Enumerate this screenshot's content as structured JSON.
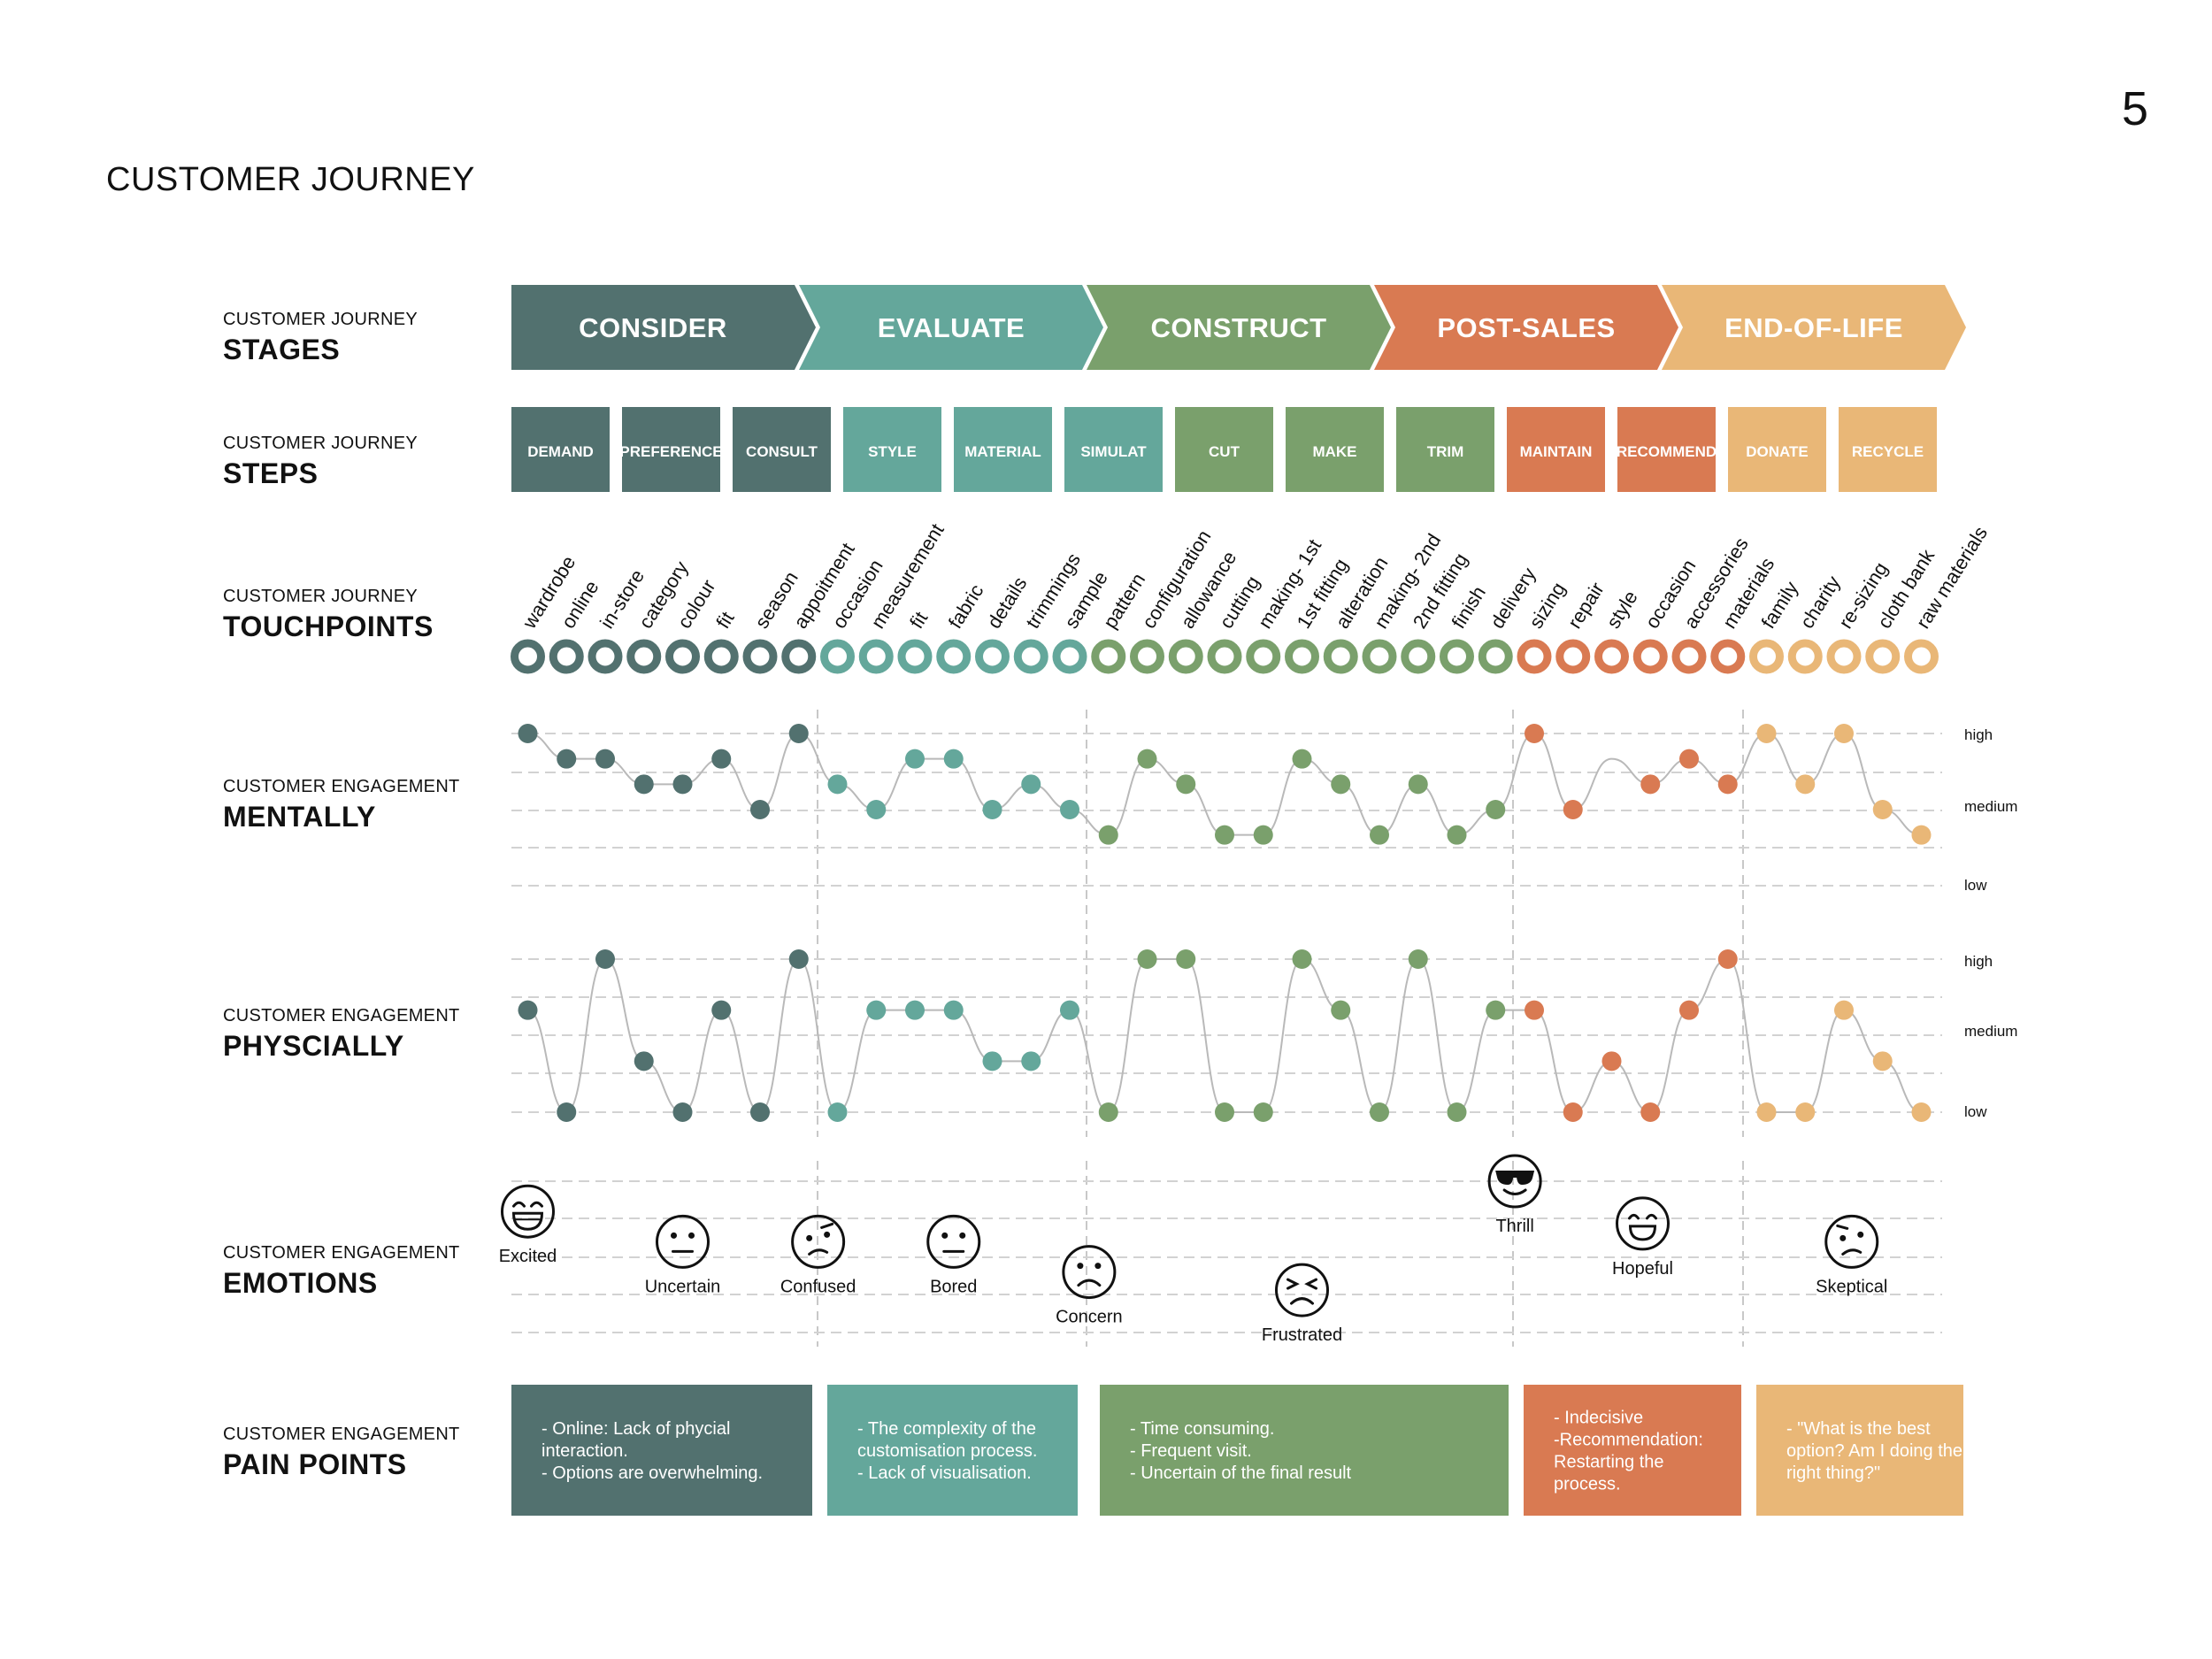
{
  "page": {
    "number": "5",
    "title": "CUSTOMER JOURNEY"
  },
  "row_labels": [
    {
      "small": "CUSTOMER JOURNEY",
      "big": "STAGES"
    },
    {
      "small": "CUSTOMER JOURNEY",
      "big": "STEPS"
    },
    {
      "small": "CUSTOMER JOURNEY",
      "big": "TOUCHPOINTS"
    },
    {
      "small": "CUSTOMER ENGAGEMENT",
      "big": "MENTALLY"
    },
    {
      "small": "CUSTOMER ENGAGEMENT",
      "big": "PHYSCIALLY"
    },
    {
      "small": "CUSTOMER ENGAGEMENT",
      "big": "EMOTIONS"
    },
    {
      "small": "CUSTOMER ENGAGEMENT",
      "big": "PAIN POINTS"
    }
  ],
  "colors": {
    "consider": "#52716f",
    "evaluate": "#64a79b",
    "construct": "#7aa06c",
    "post_sales": "#d97a52",
    "end_of_life": "#e9b777"
  },
  "stages": [
    {
      "label": "CONSIDER",
      "color": "#52716f"
    },
    {
      "label": "EVALUATE",
      "color": "#64a79b"
    },
    {
      "label": "CONSTRUCT",
      "color": "#7aa06c"
    },
    {
      "label": "POST-SALES",
      "color": "#d97a52"
    },
    {
      "label": "END-OF-LIFE",
      "color": "#e9b777"
    }
  ],
  "steps": [
    {
      "label": "DEMAND",
      "stage": 0
    },
    {
      "label": "PREFERENCE",
      "stage": 0
    },
    {
      "label": "CONSULT",
      "stage": 0
    },
    {
      "label": "STYLE",
      "stage": 1
    },
    {
      "label": "MATERIAL",
      "stage": 1
    },
    {
      "label": "SIMULAT",
      "stage": 1
    },
    {
      "label": "CUT",
      "stage": 2
    },
    {
      "label": "MAKE",
      "stage": 2
    },
    {
      "label": "TRIM",
      "stage": 2
    },
    {
      "label": "MAINTAIN",
      "stage": 3
    },
    {
      "label": "RECOMMEND",
      "stage": 3
    },
    {
      "label": "DONATE",
      "stage": 4
    },
    {
      "label": "RECYCLE",
      "stage": 4
    }
  ],
  "touchpoints": [
    {
      "label": "wardrobe",
      "stage": 0,
      "mental": 3.0,
      "physical": 2.0
    },
    {
      "label": "online",
      "stage": 0,
      "mental": 2.5,
      "physical": 0.0
    },
    {
      "label": "in-store",
      "stage": 0,
      "mental": 2.5,
      "physical": 3.0
    },
    {
      "label": "category",
      "stage": 0,
      "mental": 2.0,
      "physical": 1.0
    },
    {
      "label": "colour",
      "stage": 0,
      "mental": 2.0,
      "physical": 0.0
    },
    {
      "label": "fit",
      "stage": 0,
      "mental": 2.5,
      "physical": 2.0
    },
    {
      "label": "season",
      "stage": 0,
      "mental": 1.5,
      "physical": 0.0
    },
    {
      "label": "appoitment",
      "stage": 0,
      "mental": 3.0,
      "physical": 3.0
    },
    {
      "label": "occasion",
      "stage": 1,
      "mental": 2.0,
      "physical": 0.0
    },
    {
      "label": "measurement",
      "stage": 1,
      "mental": 1.5,
      "physical": 2.0
    },
    {
      "label": "fit",
      "stage": 1,
      "mental": 2.5,
      "physical": 2.0
    },
    {
      "label": "fabric",
      "stage": 1,
      "mental": 2.5,
      "physical": 2.0
    },
    {
      "label": "details",
      "stage": 1,
      "mental": 1.5,
      "physical": 1.0
    },
    {
      "label": "trimmings",
      "stage": 1,
      "mental": 2.0,
      "physical": 1.0
    },
    {
      "label": "sample",
      "stage": 1,
      "mental": 1.5,
      "physical": 2.0
    },
    {
      "label": "pattern",
      "stage": 2,
      "mental": 1.0,
      "physical": 0.0
    },
    {
      "label": "configuration",
      "stage": 2,
      "mental": 2.5,
      "physical": 3.0
    },
    {
      "label": "allowance",
      "stage": 2,
      "mental": 2.0,
      "physical": 3.0
    },
    {
      "label": "cutting",
      "stage": 2,
      "mental": 1.0,
      "physical": 0.0
    },
    {
      "label": "making- 1st",
      "stage": 2,
      "mental": 1.0,
      "physical": 0.0
    },
    {
      "label": "1st fitting",
      "stage": 2,
      "mental": 2.5,
      "physical": 3.0
    },
    {
      "label": "alteration",
      "stage": 2,
      "mental": 2.0,
      "physical": 2.0
    },
    {
      "label": "making- 2nd",
      "stage": 2,
      "mental": 1.0,
      "physical": 0.0
    },
    {
      "label": "2nd fitting",
      "stage": 2,
      "mental": 2.0,
      "physical": 3.0
    },
    {
      "label": "finish",
      "stage": 2,
      "mental": 1.0,
      "physical": 0.0
    },
    {
      "label": "delivery",
      "stage": 2,
      "mental": 1.5,
      "physical": 2.0
    },
    {
      "label": "sizing",
      "stage": 3,
      "mental": 3.0,
      "physical": 2.0
    },
    {
      "label": "repair",
      "stage": 3,
      "mental": 1.5,
      "physical": 0.0
    },
    {
      "label": "style",
      "stage": 3,
      "mental": null,
      "physical": 1.0
    },
    {
      "label": "occasion",
      "stage": 3,
      "mental": 2.0,
      "physical": 0.0
    },
    {
      "label": "accessories",
      "stage": 3,
      "mental": 2.5,
      "physical": 2.0
    },
    {
      "label": "materials",
      "stage": 3,
      "mental": 2.0,
      "physical": 3.0
    },
    {
      "label": "family",
      "stage": 4,
      "mental": 3.0,
      "physical": 0.0
    },
    {
      "label": "charity",
      "stage": 4,
      "mental": 2.0,
      "physical": 0.0
    },
    {
      "label": "re-sizing",
      "stage": 4,
      "mental": 3.0,
      "physical": 2.0
    },
    {
      "label": "cloth bank",
      "stage": 4,
      "mental": 1.5,
      "physical": 1.0
    },
    {
      "label": "raw materials",
      "stage": 4,
      "mental": 1.0,
      "physical": 0.0
    }
  ],
  "engagement_levels": {
    "mental": [
      "high",
      "medium",
      "low"
    ],
    "physical": [
      "high",
      "medium",
      "low"
    ]
  },
  "emotions": [
    {
      "label": "Excited",
      "face": "laughing-face-icon",
      "at": 0.0,
      "level": 4.0
    },
    {
      "label": "Uncertain",
      "face": "neutral-face-icon",
      "at": 4.0,
      "level": 3.0
    },
    {
      "label": "Confused",
      "face": "confused-face-icon",
      "at": 7.5,
      "level": 3.0
    },
    {
      "label": "Bored",
      "face": "neutral-face-icon",
      "at": 11.0,
      "level": 3.0
    },
    {
      "label": "Concern",
      "face": "sad-face-icon",
      "at": 14.5,
      "level": 2.0
    },
    {
      "label": "Frustrated",
      "face": "frustrated-face-icon",
      "at": 20.0,
      "level": 1.4
    },
    {
      "label": "Thrill",
      "face": "sunglasses-face-icon",
      "at": 25.5,
      "level": 5.0
    },
    {
      "label": "Hopeful",
      "face": "smiling-face-icon",
      "at": 28.8,
      "level": 3.6
    },
    {
      "label": "Skeptical",
      "face": "skeptical-face-icon",
      "at": 34.2,
      "level": 3.0
    }
  ],
  "pain_points": [
    {
      "stage": 0,
      "lines": [
        "- Online: Lack of phycial",
        "interaction.",
        "- Options are overwhelming."
      ]
    },
    {
      "stage": 1,
      "lines": [
        "- The complexity of the",
        "customisation process.",
        "- Lack of visualisation."
      ]
    },
    {
      "stage": 2,
      "lines": [
        "- Time consuming.",
        "- Frequent visit.",
        "- Uncertain of the final result"
      ]
    },
    {
      "stage": 3,
      "lines": [
        "- Indecisive",
        "-Recommendation:",
        "Restarting the",
        "process."
      ]
    },
    {
      "stage": 4,
      "lines": [
        " - \"What is the best",
        "option? Am I doing the",
        "right thing?\""
      ]
    }
  ]
}
